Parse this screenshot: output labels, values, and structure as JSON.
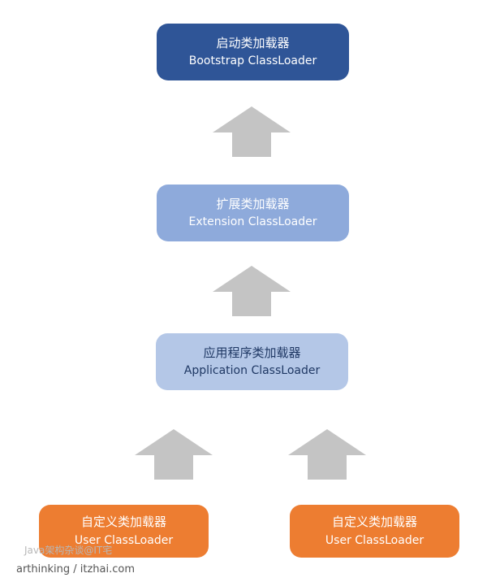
{
  "nodes": {
    "bootstrap": {
      "zh": "启动类加载器",
      "en": "Bootstrap ClassLoader"
    },
    "extension": {
      "zh": "扩展类加载器",
      "en": "Extension ClassLoader"
    },
    "application": {
      "zh": "应用程序类加载器",
      "en": "Application ClassLoader"
    },
    "user_left": {
      "zh": "自定义类加载器",
      "en": "User ClassLoader"
    },
    "user_right": {
      "zh": "自定义类加载器",
      "en": "User ClassLoader"
    }
  },
  "watermark": "Java架构杂谈@IT宅",
  "footer": "arthinking / itzhai.com",
  "colors": {
    "bootstrap": "#2f5597",
    "extension": "#8eaadb",
    "application": "#b4c7e7",
    "user": "#ed7d31",
    "arrow": "#c4c4c4"
  }
}
